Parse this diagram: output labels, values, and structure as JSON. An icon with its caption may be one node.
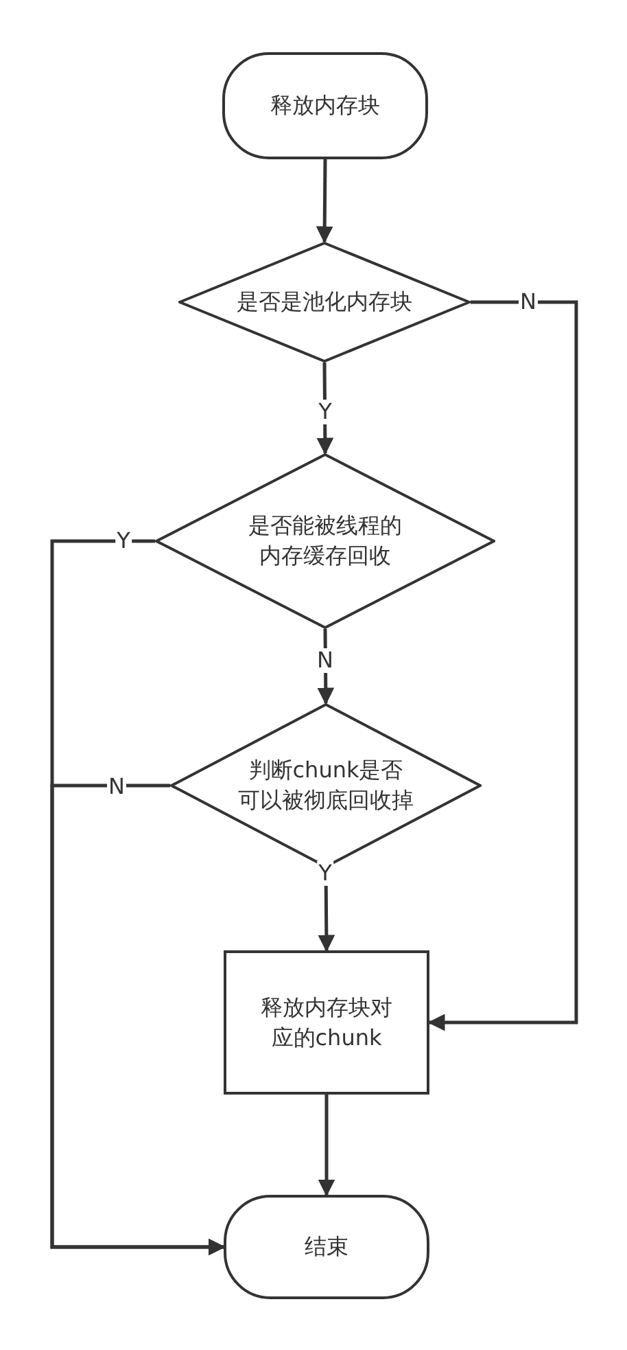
{
  "diagram": {
    "nodes": [
      {
        "text": [
          "释放内存块"
        ]
      },
      {
        "text": [
          "是否是池化内存块"
        ]
      },
      {
        "text": [
          "是否能被线程的内存缓存回收"
        ]
      },
      {
        "text": [
          "判断chunk是否可以被彻底回收掉"
        ]
      },
      {
        "text": [
          "释放内存块对应的chunk"
        ]
      },
      {
        "text": [
          "结束"
        ]
      }
    ],
    "edges": [
      {
        "from": 0,
        "to": 1,
        "arrow": "to"
      },
      {
        "from": 1,
        "to": 2,
        "arrow": "to",
        "label": "Y"
      },
      {
        "from": 1,
        "to": 4,
        "arrow": "to",
        "label": "N"
      },
      {
        "from": 2,
        "to": 5,
        "arrow": "to",
        "label": "Y"
      },
      {
        "from": 2,
        "to": 3,
        "arrow": "to",
        "label": "N"
      },
      {
        "from": 3,
        "to": 5,
        "arrow": "to",
        "label": "N"
      },
      {
        "from": 3,
        "to": 4,
        "arrow": "to",
        "label": "Y"
      },
      {
        "from": 4,
        "to": 5,
        "arrow": "to"
      }
    ]
  }
}
